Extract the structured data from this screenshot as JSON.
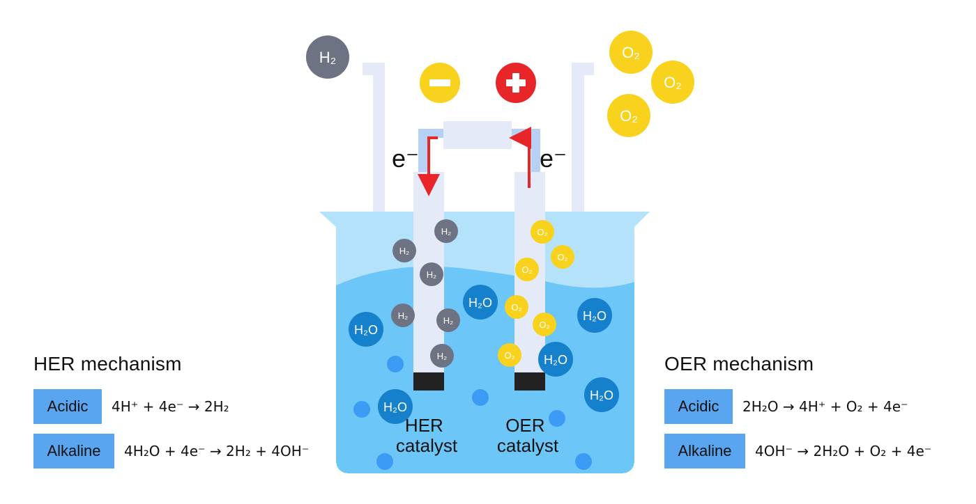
{
  "molecules": {
    "h2": "H₂",
    "o2": "O₂",
    "h2o": "H₂O"
  },
  "electron": "e⁻",
  "electrodes": {
    "her_label_1": "HER",
    "her_label_2": "catalyst",
    "oer_label_1": "OER",
    "oer_label_2": "catalyst"
  },
  "her": {
    "title": "HER mechanism",
    "rows": [
      {
        "label": "Acidic",
        "equation": "4H⁺ + 4e⁻ → 2H₂"
      },
      {
        "label": "Alkaline",
        "equation": "4H₂O + 4e⁻ → 2H₂ + 4OH⁻"
      }
    ]
  },
  "oer": {
    "title": "OER mechanism",
    "rows": [
      {
        "label": "Acidic",
        "equation": "2H₂O → 4H⁺ + O₂ + 4e⁻"
      },
      {
        "label": "Alkaline",
        "equation": "4OH⁻ → 2H₂O + O₂ + 4e⁻"
      }
    ]
  },
  "colors": {
    "h2_bubble": "#6e7384",
    "o2_bubble": "#f8d21c",
    "h2o_bubble": "#1580cc",
    "water_deep": "#6cc6f7",
    "water_light": "#b5e2fb",
    "glass": "#e4eaf7",
    "wire": "#b7d1f4",
    "arrow": "#e8262a",
    "cathode_terminal": "#f8d21c",
    "anode_terminal": "#e8262a",
    "catalyst": "#222222",
    "tag": "#5aa5ef"
  }
}
